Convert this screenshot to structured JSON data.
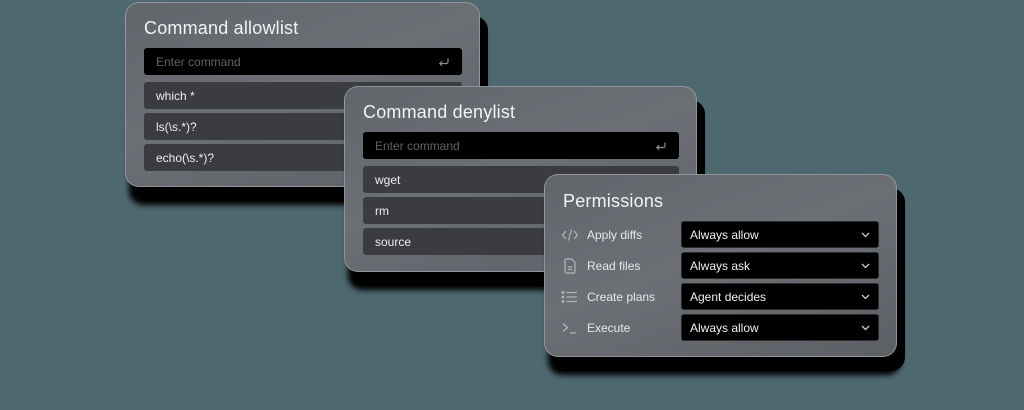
{
  "allowlist": {
    "title": "Command allowlist",
    "input_placeholder": "Enter command",
    "input_icon": "enter-return-icon",
    "items": [
      "which *",
      "ls(\\s.*)?",
      "echo(\\s.*)?"
    ]
  },
  "denylist": {
    "title": "Command denylist",
    "input_placeholder": "Enter command",
    "input_icon": "enter-return-icon",
    "items": [
      "wget",
      "rm",
      "source"
    ]
  },
  "permissions": {
    "title": "Permissions",
    "rows": [
      {
        "icon": "code-icon",
        "label": "Apply diffs",
        "value": "Always allow"
      },
      {
        "icon": "file-icon",
        "label": "Read files",
        "value": "Always ask"
      },
      {
        "icon": "list-icon",
        "label": "Create plans",
        "value": "Agent decides"
      },
      {
        "icon": "terminal-icon",
        "label": "Execute",
        "value": "Always allow"
      }
    ]
  },
  "colors": {
    "background": "#4e6870",
    "card": "#66696e",
    "input": "#000000",
    "row": "#3a3c3f",
    "text": "#eceeef"
  }
}
